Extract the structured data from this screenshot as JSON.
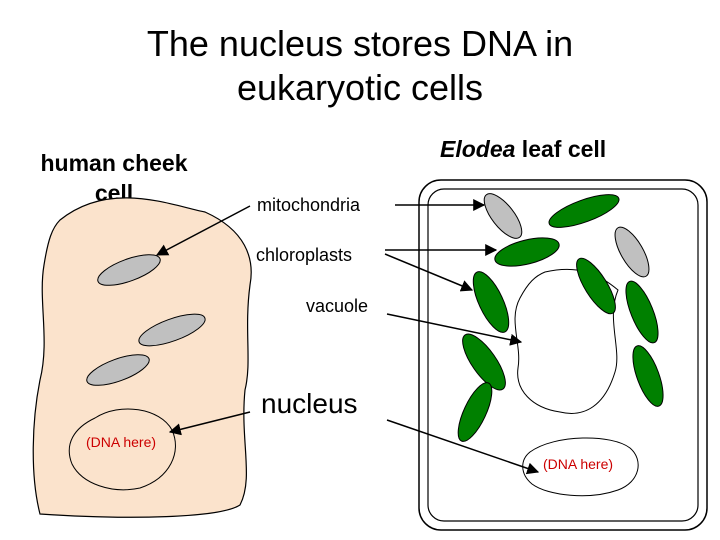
{
  "title_line1": "The nucleus stores DNA in",
  "title_line2": "eukaryotic cells",
  "cheek": {
    "title_line1": "human cheek",
    "title_line2": "cell",
    "dna_label": "(DNA here)"
  },
  "elodea": {
    "title_italic": "Elodea",
    "title_rest": " leaf cell",
    "dna_label": "(DNA here)"
  },
  "labels": {
    "mitochondria": "mitochondria",
    "chloroplasts": "chloroplasts",
    "vacuole": "vacuole",
    "nucleus": "nucleus"
  },
  "colors": {
    "cheek_cytoplasm": "#fbe3cc",
    "mitochondria": "#c0c0c0",
    "chloroplast": "#008000",
    "dna_text": "#cc0000"
  }
}
